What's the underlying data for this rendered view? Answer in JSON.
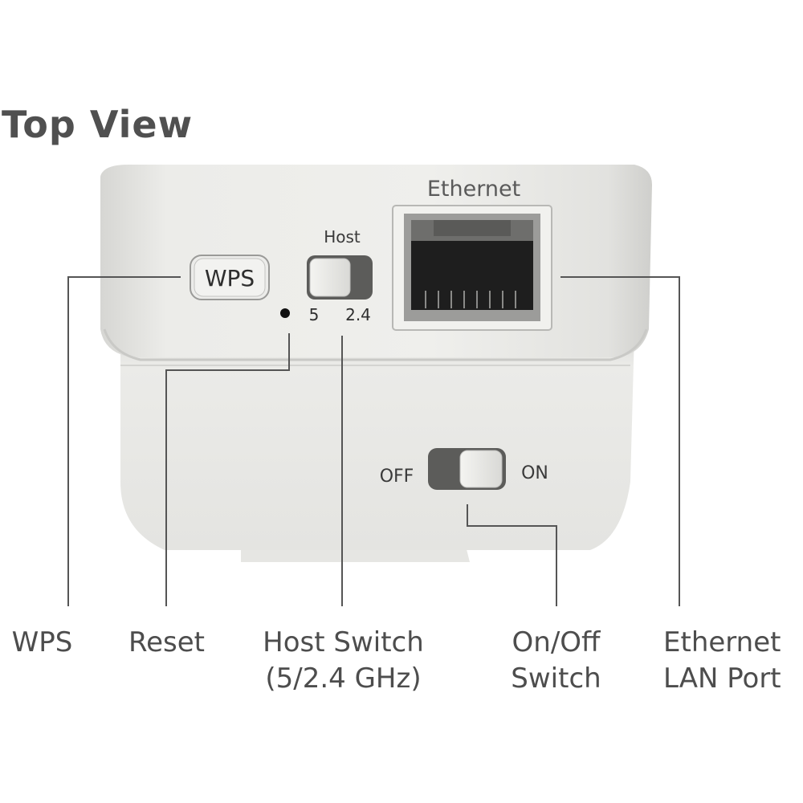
{
  "title": "Top View",
  "device": {
    "ethernet_label": "Ethernet",
    "wps_button_label": "WPS",
    "host_label": "Host",
    "band_5_label": "5",
    "band_24_label": "2.4",
    "off_label": "OFF",
    "on_label": "ON"
  },
  "callouts": {
    "wps": [
      "WPS"
    ],
    "reset": [
      "Reset"
    ],
    "host_switch": [
      "Host Switch",
      "(5/2.4 GHz)"
    ],
    "onoff_switch": [
      "On/Off",
      "Switch"
    ],
    "ethernet_port": [
      "Ethernet",
      "LAN Port"
    ]
  },
  "colors": {
    "device_body": "#e9e9e6",
    "leader_line": "#555555",
    "callout_text": "#4d4d4d"
  }
}
